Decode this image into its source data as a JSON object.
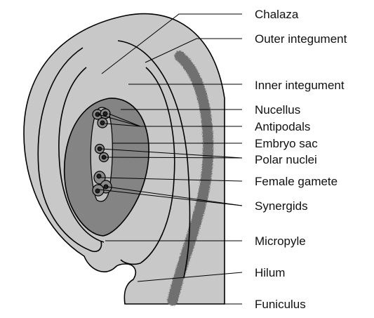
{
  "colors": {
    "tissue": "#c8c8c8",
    "nucellus": "#848484",
    "embryo_sac": "#bdbdbd",
    "funiculus_strand": "#6f6f6f",
    "outline": "#000000"
  },
  "labels": {
    "chalaza": "Chalaza",
    "outer_integument": "Outer integument",
    "inner_integument": "Inner integument",
    "nucellus": "Nucellus",
    "antipodals": "Antipodals",
    "embryo_sac": "Embryo sac",
    "polar_nuclei": "Polar nuclei",
    "female_gamete": "Female gamete",
    "synergids": "Synergids",
    "micropyle": "Micropyle",
    "hilum": "Hilum",
    "funiculus": "Funiculus"
  }
}
